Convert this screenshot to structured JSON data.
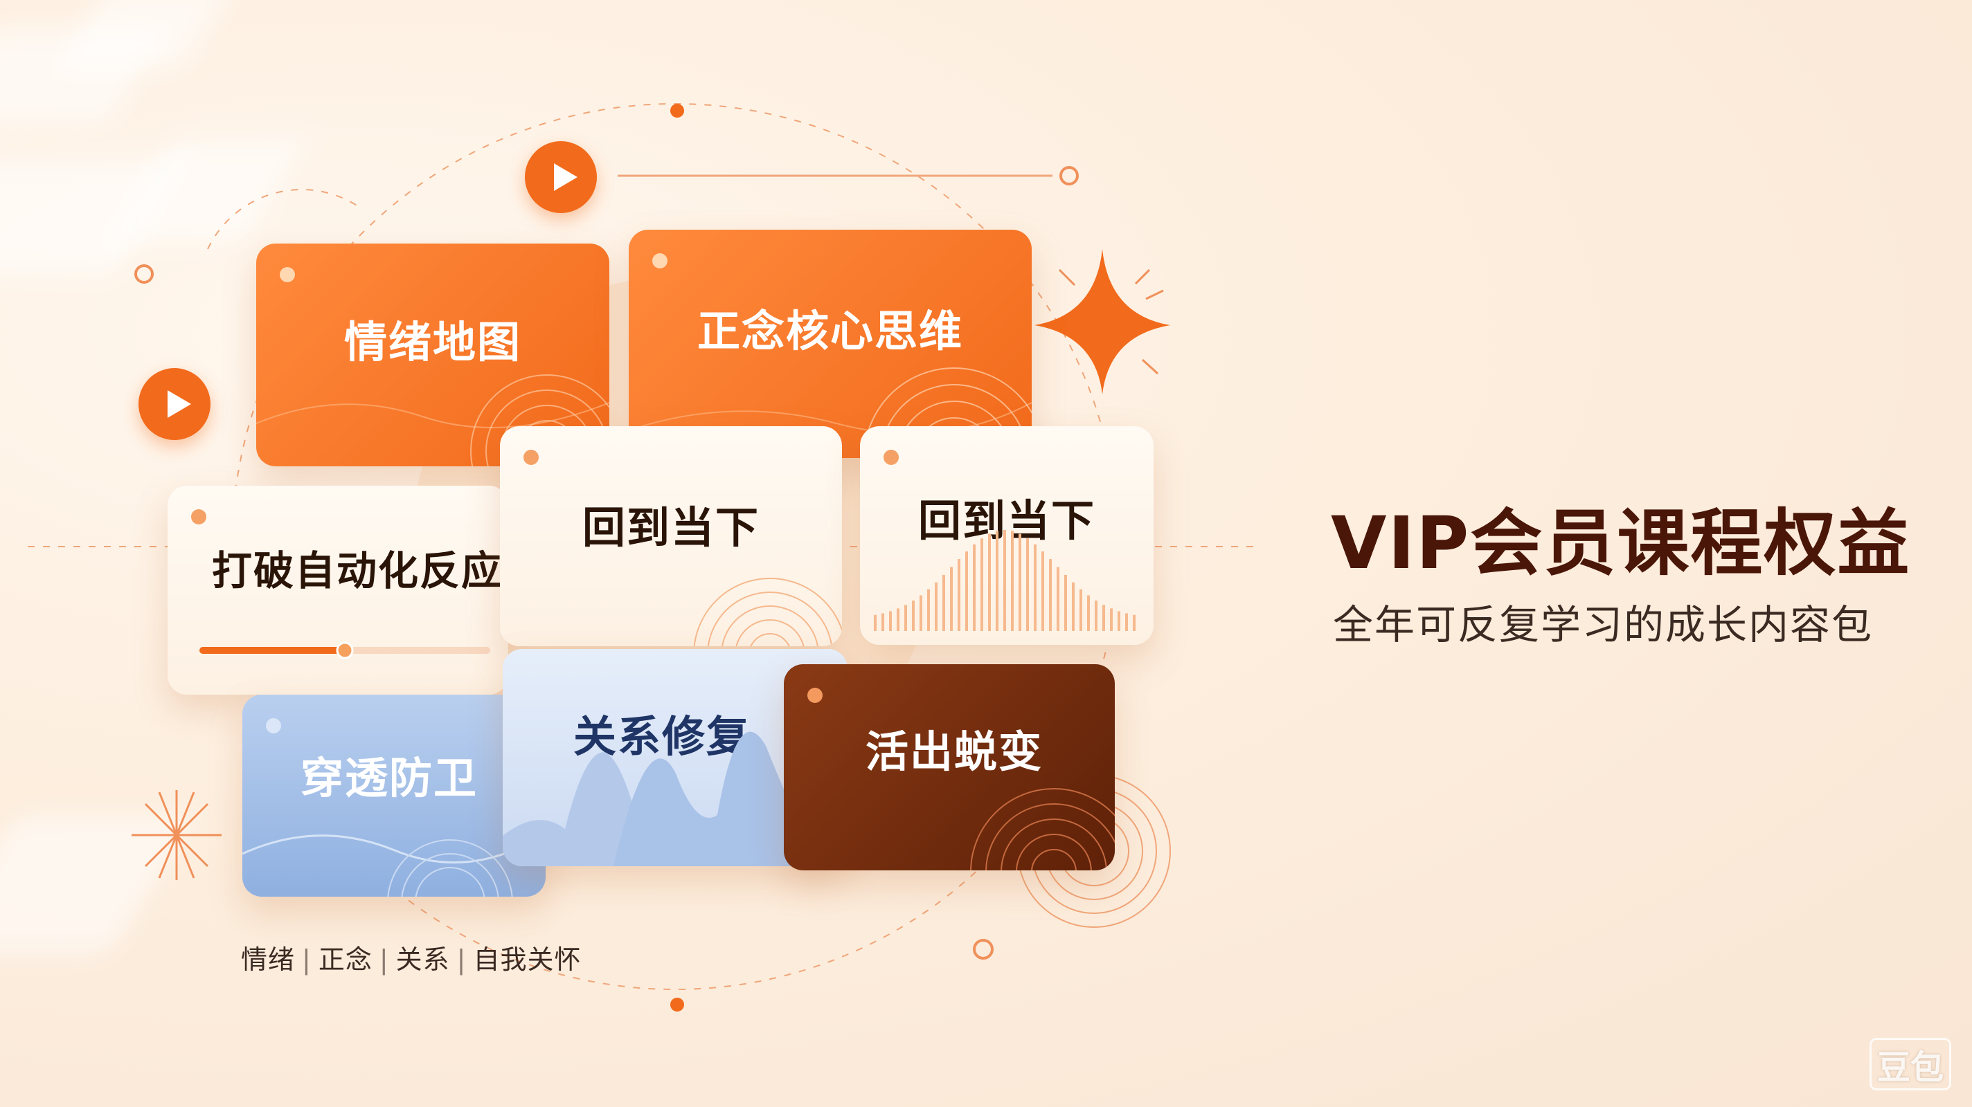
{
  "cards": {
    "emotion_map": "情绪地图",
    "mindfulness": "正念核心思维",
    "break_auto": "打破自动化反应",
    "back_present_1": "回到当下",
    "back_present_2": "回到当下",
    "penetrate_defense": "穿透防卫",
    "relationship": "关系修复",
    "transform": "活出蜕变",
    "break_auto_progress": 0.5
  },
  "tags": [
    "情绪",
    "正念",
    "关系",
    "自我关怀"
  ],
  "headline": "VIP会员课程权益",
  "subline": "全年可反复学习的成长内容包",
  "watermark": "豆包",
  "colors": {
    "accent_orange": "#f26a1b",
    "dark_brown": "#5e2108",
    "soft_blue": "#8fb0e0"
  },
  "icons": [
    "play-icon",
    "sparkle-star-icon",
    "sunburst-icon"
  ]
}
